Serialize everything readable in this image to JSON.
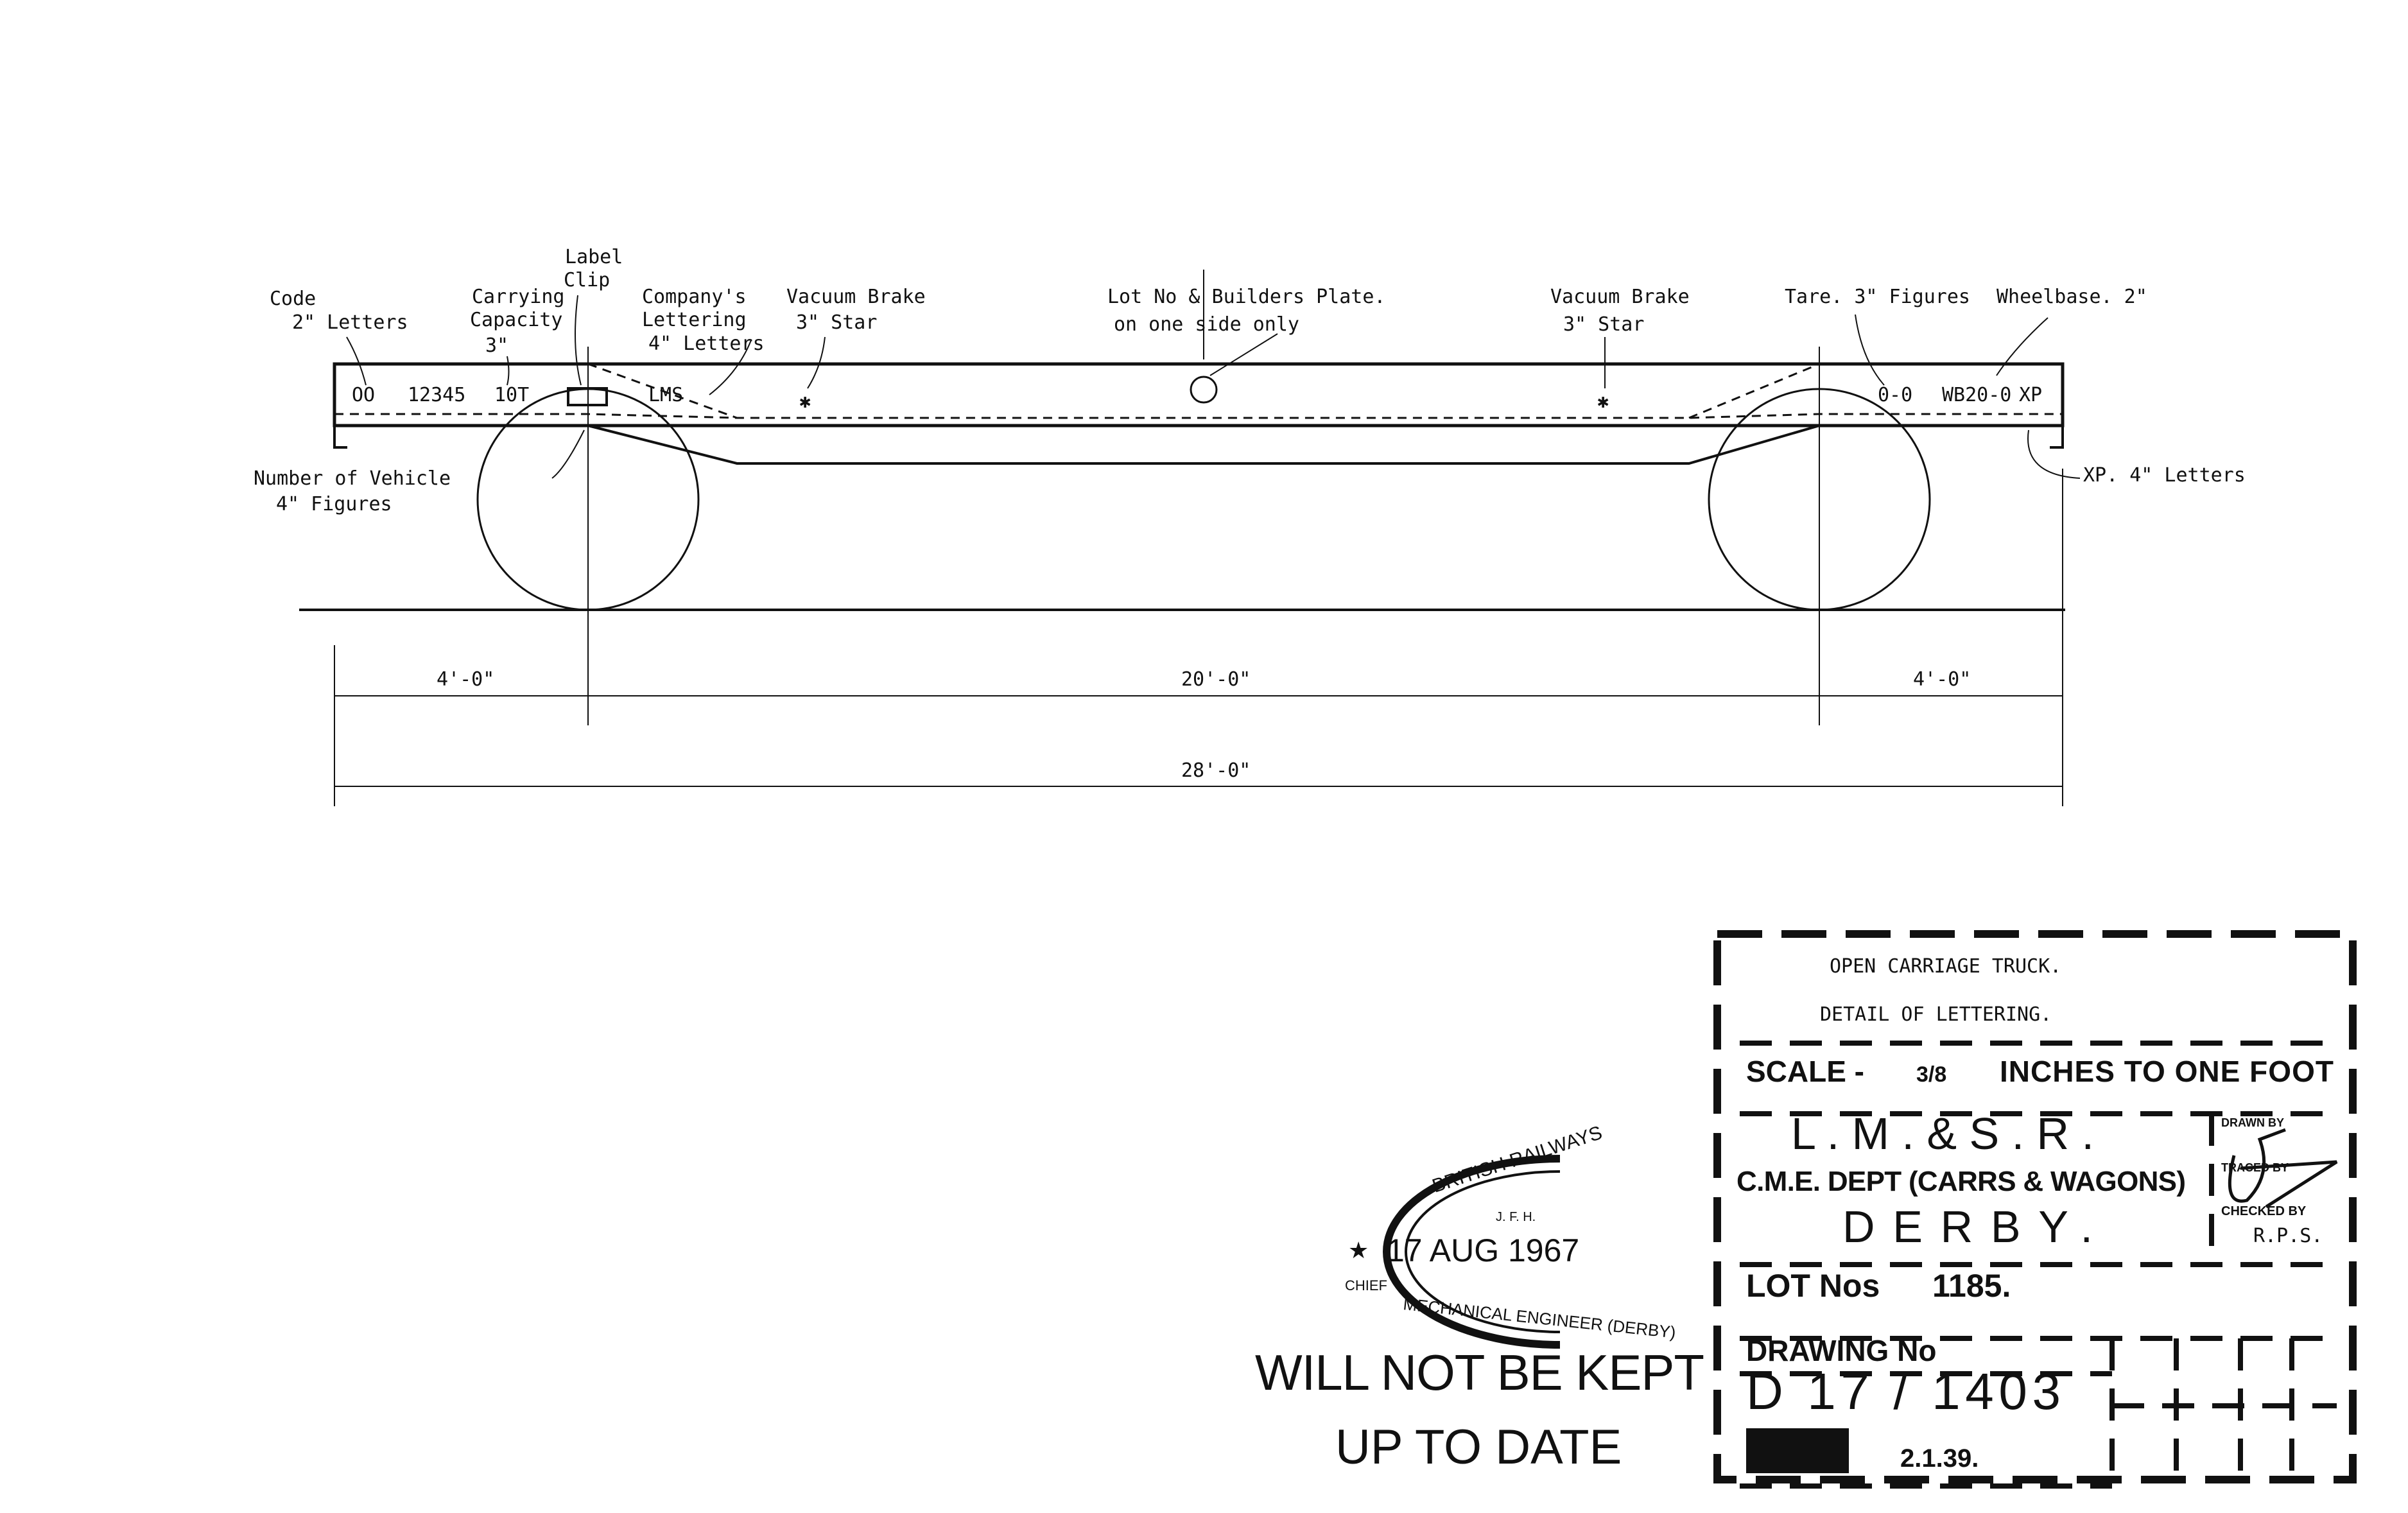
{
  "annotations": {
    "code": [
      "Code",
      "2\" Letters"
    ],
    "carrying_capacity": [
      "Carrying",
      "Capacity",
      "3\""
    ],
    "label_clip": [
      "Label",
      "Clip"
    ],
    "company_lettering": [
      "Company's",
      "Lettering",
      "4\" Letters"
    ],
    "vacuum_brake_left": [
      "Vacuum Brake",
      "3\" Star"
    ],
    "lot_plate": [
      "Lot No & Builders Plate.",
      "on one side only"
    ],
    "vacuum_brake_right": [
      "Vacuum Brake",
      "3\" Star"
    ],
    "tare": "Tare. 3\" Figures",
    "wheelbase": "Wheelbase. 2\"",
    "vehicle_number": [
      "Number of Vehicle",
      "4\" Figures"
    ],
    "xp_letters": "XP. 4\" Letters"
  },
  "side_markings": {
    "code": "OO",
    "number": "12345",
    "capacity": "10T",
    "company": "LMS",
    "tare": "0-0",
    "wheelbase": "WB20-0",
    "xp": "XP"
  },
  "dimensions": {
    "left_overhang": "4'-0\"",
    "wheelbase": "20'-0\"",
    "right_overhang": "4'-0\"",
    "overall": "28'-0\""
  },
  "stamp": {
    "top": "BRITISH RAILWAYS",
    "initials": "J. F. H.",
    "date": "17 AUG 1967",
    "chief": "CHIEF",
    "bottom": "MECHANICAL ENGINEER (DERBY)"
  },
  "notice": {
    "line1": "WILL NOT BE KEPT",
    "line2": "UP TO DATE"
  },
  "title_block": {
    "title": "OPEN CARRIAGE TRUCK.",
    "subtitle": "DETAIL OF LETTERING.",
    "scale_label": "SCALE -",
    "scale_value": "3/8",
    "scale_unit": "INCHES TO ONE FOOT",
    "company": "L . M . & S . R .",
    "dept": "C.M.E. DEPT (CARRS & WAGONS)",
    "place": "DERBY.",
    "drawn_by": "DRAWN BY",
    "traced_by": "TRACED BY",
    "checked_by": "CHECKED BY",
    "checked_initials": "R.P.S.",
    "lot_label": "LOT Nos",
    "lot_value": "1185.",
    "drawing_label": "DRAWING No",
    "drawing_value": "D 17 / 1403",
    "date": "2.1.39."
  }
}
